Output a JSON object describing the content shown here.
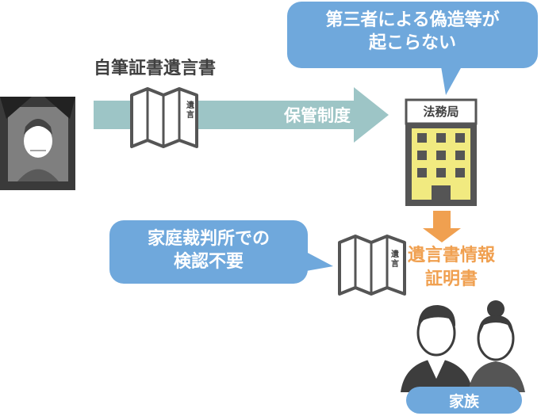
{
  "source_label": "自筆証書遺言書",
  "arrow_label": "保管制度",
  "callout_top": [
    "第三者による偽造等が",
    "起こらない"
  ],
  "office_label": "法務局",
  "will_doc_label": "遺言",
  "certificate_label": [
    "遺言書情報",
    "証明書"
  ],
  "callout_left": [
    "家庭裁判所での",
    "検認不要"
  ],
  "family_label": "家族",
  "colors": {
    "arrow_teal": "#9dc5c6",
    "callout_blue": "#6fa8dc",
    "orange": "#f0a050",
    "building_yellow": "#f1ea80",
    "dark": "#404040",
    "grey": "#555555"
  }
}
